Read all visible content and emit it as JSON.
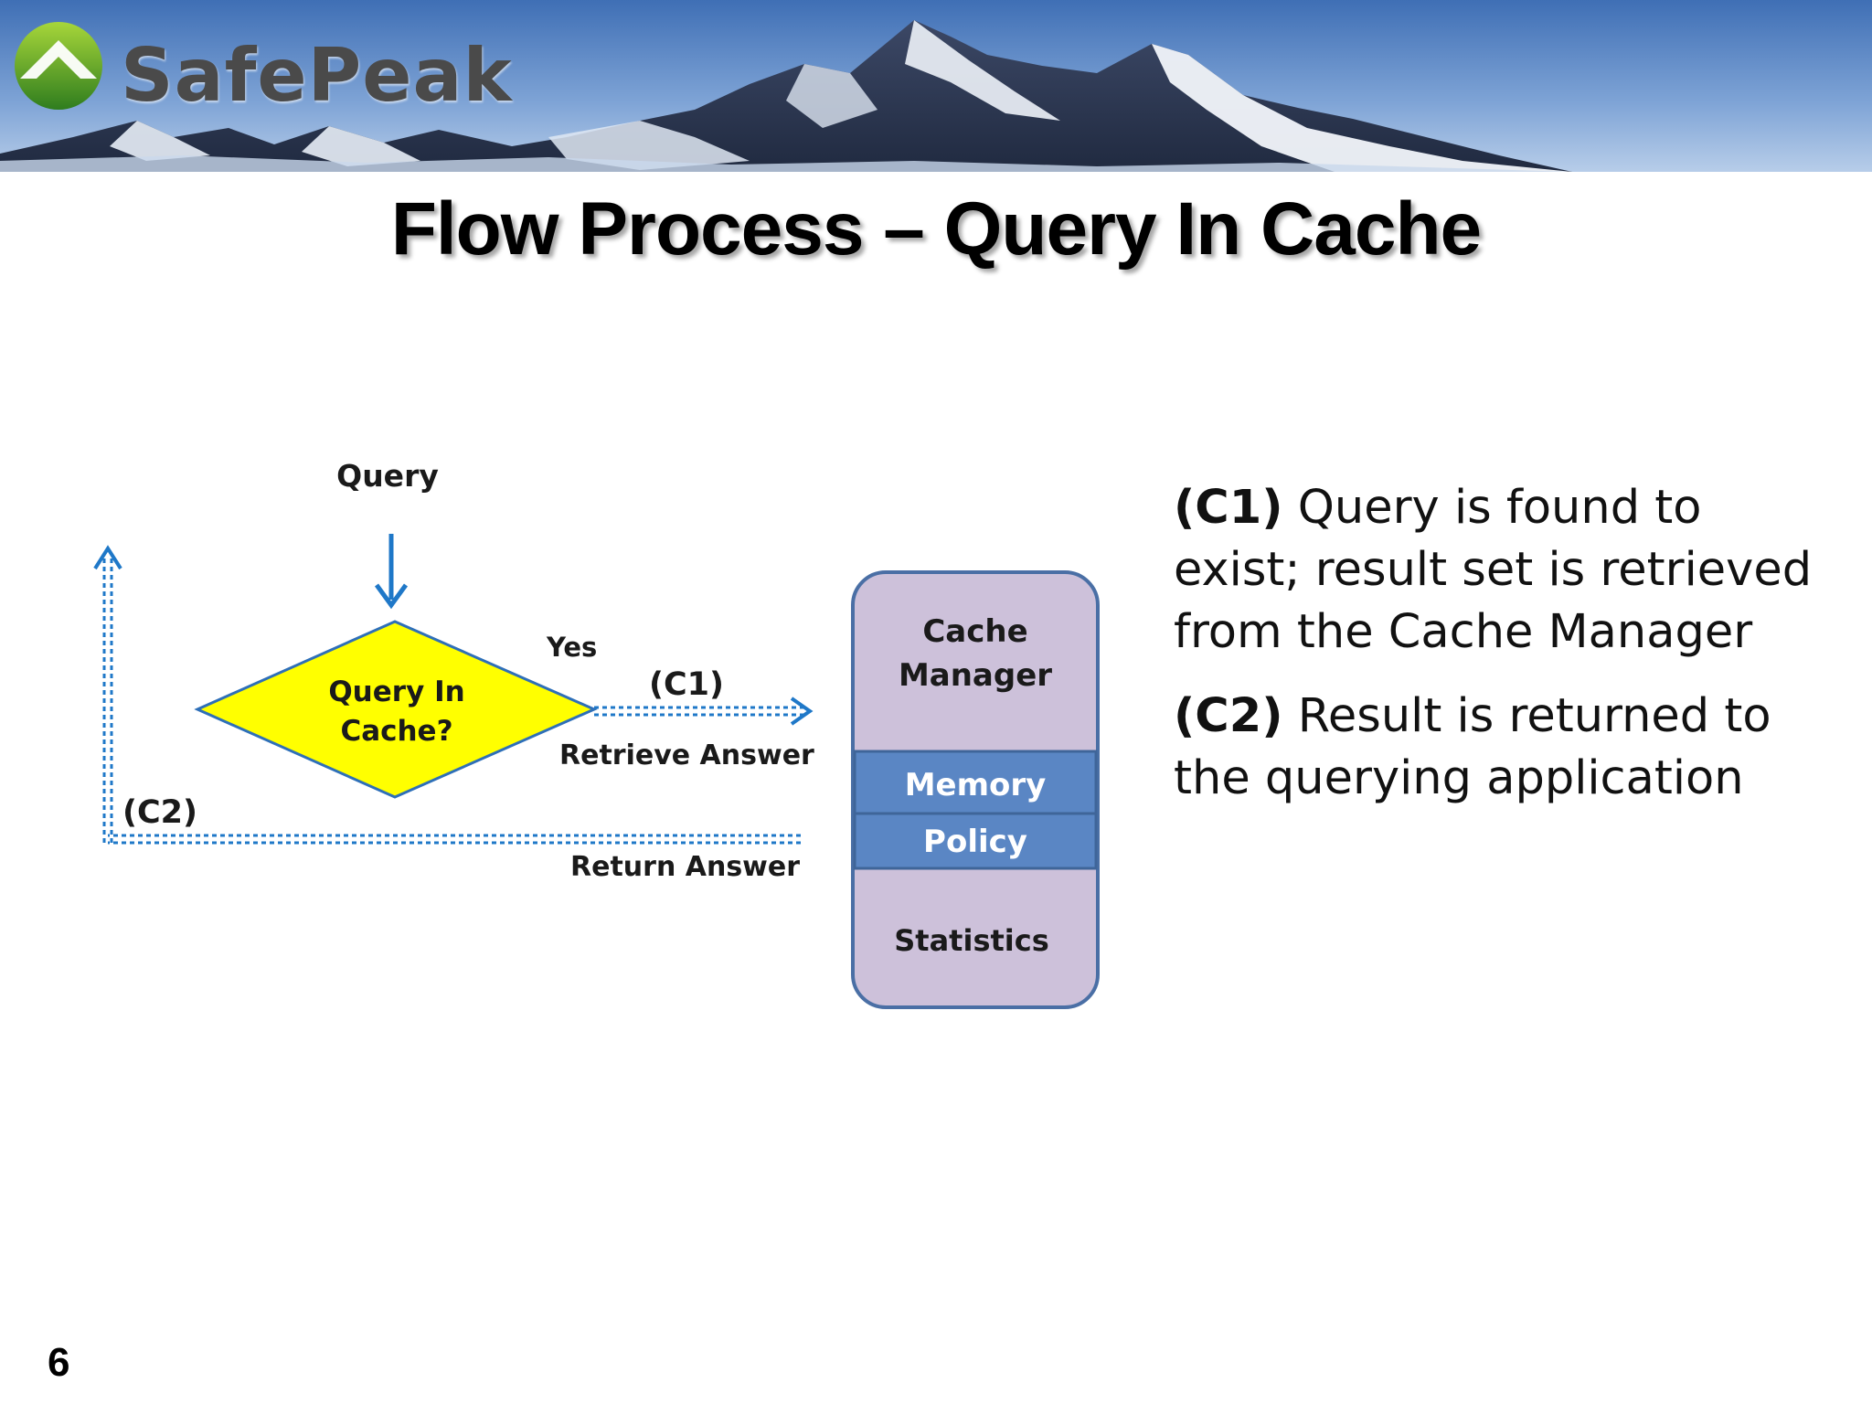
{
  "brand": {
    "logo_text": "SafePeak"
  },
  "slide": {
    "title": "Flow Process – Query In Cache",
    "page_number": "6"
  },
  "diagram": {
    "query_label": "Query",
    "decision_line1": "Query In",
    "decision_line2": "Cache?",
    "yes_label": "Yes",
    "c1_label": "(C1)",
    "retrieve_label": "Retrieve Answer",
    "c2_label": "(C2)",
    "return_label": "Return Answer",
    "cache_manager_line1": "Cache",
    "cache_manager_line2": "Manager",
    "memory_label": "Memory",
    "policy_label": "Policy",
    "statistics_label": "Statistics"
  },
  "notes": {
    "c1_tag": "(C1)",
    "c1_text": " Query is found to exist; result set is retrieved from the Cache Manager",
    "c2_tag": "(C2)",
    "c2_text": " Result is returned to the querying application"
  },
  "colors": {
    "decision_fill": "#ffff00",
    "decision_stroke": "#2e6fb8",
    "arrow": "#1f78c8",
    "cache_box_fill": "#cdc1da",
    "cache_box_stroke": "#4a6fa5",
    "band_fill": "#5a86c4"
  }
}
